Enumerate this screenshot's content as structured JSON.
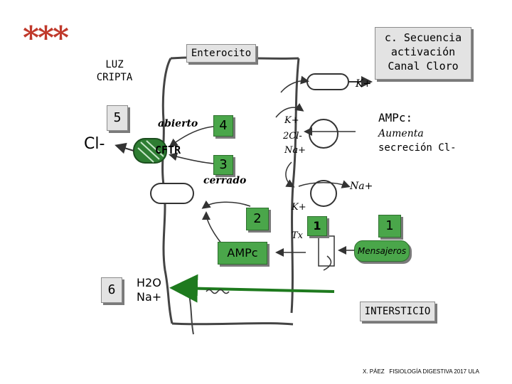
{
  "marker": "***",
  "title_box": "c. Secuencia activación Canal Cloro",
  "crypt_label": "LUZ CRIPTA",
  "cell_label": "Enterocito",
  "step_5": "5",
  "chloride": "Cl-",
  "abierto": "abierto",
  "step_4": "4",
  "cftr": "CFTR",
  "step_3": "3",
  "cerrado": "cerrado",
  "ampc_effect": {
    "title": "AMPc:",
    "line1": "Aumenta",
    "line2": "secreción Cl-"
  },
  "step_2": "2",
  "step_1_inner": "1",
  "step_1_outer": "1",
  "ampc_box": "AMPc",
  "mensajeros": "Mensajeros",
  "step_6": "6",
  "water_sodium": {
    "line1": "H2O",
    "line2": "Na+"
  },
  "interstitium": "INTERSTICIO",
  "footer": "X. PÁEZ   FISIOLOGÍA DIGESTIVA 2017 ULA",
  "ion_labels": {
    "k_top": "K+",
    "k_mid": "K+",
    "cl_mid": "2Cl-",
    "na_mid": "Na+",
    "na_right": "Na+",
    "k_low": "K+",
    "tx": "Tx"
  },
  "colors": {
    "green": "#4aa64a",
    "gray": "#e3e3e3",
    "marker": "#c0392b"
  }
}
